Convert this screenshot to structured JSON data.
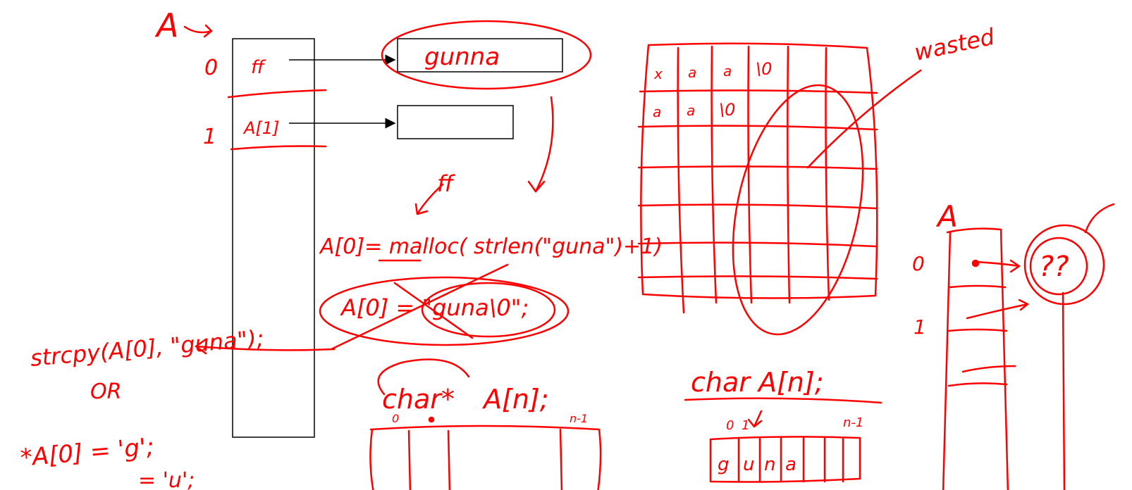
{
  "colors": {
    "ink": "#ff0000",
    "printed": "#000000",
    "background": "#ffffff"
  },
  "pointer_array": {
    "name": "A",
    "indices": [
      "0",
      "1"
    ],
    "cells": [
      "ff",
      "A[1]"
    ],
    "heap_string": "gunna"
  },
  "code": {
    "address_note": "ff",
    "malloc_line": "A[0]= malloc( strlen(\"guna\")+1)",
    "rejected_line": "A[0] = \"guna\\0\";",
    "strcpy_line": "strcpy(A[0], \"guna\");",
    "or_word": "OR",
    "deref_line_1": "*A[0] = 'g';",
    "deref_line_2": "= 'u';"
  },
  "char_ptr_array": {
    "declaration_type": "char*",
    "declaration_rest": "A[n];",
    "index_first": "0",
    "index_last": "n-1"
  },
  "char_array": {
    "declaration": "char A[n];",
    "index_first": "0",
    "index_second": "1",
    "index_last": "n-1",
    "letters": [
      "g",
      "u",
      "n",
      "a"
    ]
  },
  "grid": {
    "row1": [
      "x",
      "a",
      "a",
      "\\0"
    ],
    "row2": [
      "a",
      "a",
      "\\0"
    ],
    "wasted_label": "wasted"
  },
  "right_array": {
    "name": "A",
    "indices": [
      "0",
      "1"
    ],
    "question": "??"
  }
}
